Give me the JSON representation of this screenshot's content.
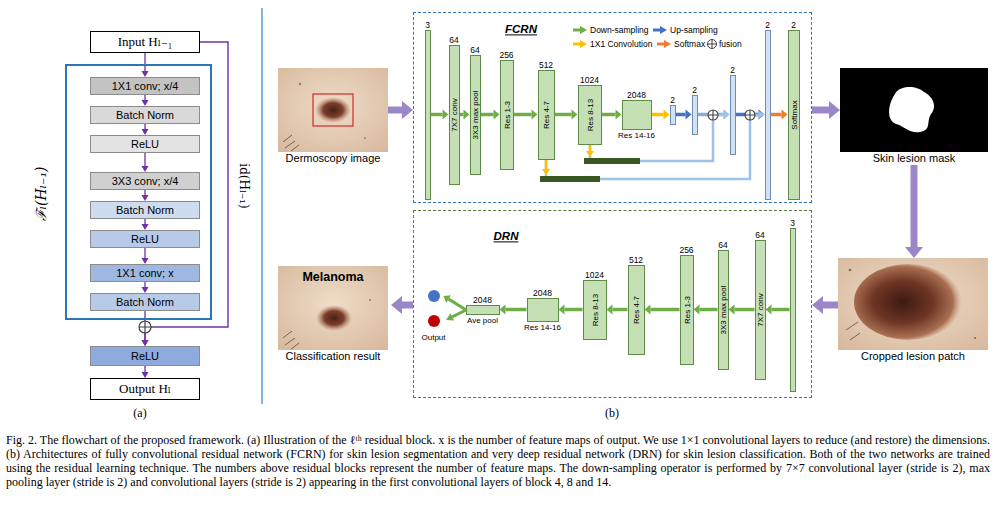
{
  "diagram": {
    "caption": "Fig. 2. The flowchart of the proposed framework. (a) Illustration of the ℓᵗʰ residual block. x is the number of feature maps of output. We use 1×1 convolutional layers to reduce (and restore) the dimensions. (b) Architectures of fully convolutional residual network (FCRN) for skin lesion segmentation and very deep residual network (DRN) for skin lesion classification. Both of the two networks are trained using the residual learning technique. The numbers above residual blocks represent the number of feature maps. The down-sampling operator is performed by 7×7 convolutional layer (stride is 2), max pooling layer (stride is 2) and convolutional layers (stride is 2) appearing in the first convolutional layers of block 4, 8 and 14.",
    "nodes": [
      {
        "text": [
          "Input Hₗ₋₁"
        ]
      },
      {
        "text": [
          "ℱₗ(Hₗ₋₁)"
        ]
      },
      {
        "text": [
          "1X1 conv; x/4"
        ],
        "in": 1
      },
      {
        "text": [
          "Batch Norm"
        ],
        "in": 1
      },
      {
        "text": [
          "ReLU"
        ],
        "in": 1
      },
      {
        "text": [
          "3X3 conv; x/4"
        ],
        "in": 1
      },
      {
        "text": [
          "Batch Norm"
        ],
        "in": 1
      },
      {
        "text": [
          "ReLU"
        ],
        "in": 1
      },
      {
        "text": [
          "1X1 conv; x"
        ],
        "in": 1
      },
      {
        "text": [
          "Batch Norm"
        ],
        "in": 1
      },
      {
        "text": [
          "ReLU"
        ]
      },
      {
        "text": [
          "Output Hₗ"
        ]
      },
      {
        "text": [
          "Dermoscopy image"
        ]
      },
      {
        "text": [
          "FCRN"
        ]
      },
      {
        "text": [
          "3"
        ],
        "in": 13
      },
      {
        "text": [
          "64",
          "7X7 conv"
        ],
        "in": 13
      },
      {
        "text": [
          "64",
          "3X3 max pool"
        ],
        "in": 13
      },
      {
        "text": [
          "256",
          "Res 1-3"
        ],
        "in": 13
      },
      {
        "text": [
          "512",
          "Res 4-7"
        ],
        "in": 13
      },
      {
        "text": [
          "1024",
          "Res 8-13"
        ],
        "in": 13
      },
      {
        "text": [
          "2048",
          "Res 14-16"
        ],
        "in": 13
      },
      {
        "text": [
          "2"
        ],
        "in": 13
      },
      {
        "text": [
          "2"
        ],
        "in": 13
      },
      {
        "text": [
          "2"
        ],
        "in": 13
      },
      {
        "text": [
          "2"
        ],
        "in": 13
      },
      {
        "text": [
          "2",
          "Softmax"
        ],
        "in": 13
      },
      {
        "text": [
          "Skin lesion mask"
        ]
      },
      {
        "text": [
          "Cropped lesion patch"
        ]
      },
      {
        "text": [
          "DRN"
        ]
      },
      {
        "text": [
          "3"
        ],
        "in": 28
      },
      {
        "text": [
          "64",
          "7X7 conv"
        ],
        "in": 28
      },
      {
        "text": [
          "64",
          "3X3 max pool"
        ],
        "in": 28
      },
      {
        "text": [
          "256",
          "Res 1-3"
        ],
        "in": 28
      },
      {
        "text": [
          "512",
          "Res 4-7"
        ],
        "in": 28
      },
      {
        "text": [
          "1024",
          "Res 8-13"
        ],
        "in": 28
      },
      {
        "text": [
          "2048",
          "Res 14-16"
        ],
        "in": 28
      },
      {
        "text": [
          "2048",
          "Ave pool"
        ],
        "in": 28
      },
      {
        "text": [
          "Output"
        ],
        "in": 28
      },
      {
        "text": [
          "Melanoma",
          "Classification result"
        ]
      }
    ],
    "edges": [
      {
        "from": 0,
        "to": 2,
        "arrow": "to"
      },
      {
        "from": 2,
        "to": 3,
        "arrow": "to"
      },
      {
        "from": 3,
        "to": 4,
        "arrow": "to"
      },
      {
        "from": 4,
        "to": 5,
        "arrow": "to"
      },
      {
        "from": 5,
        "to": 6,
        "arrow": "to"
      },
      {
        "from": 6,
        "to": 7,
        "arrow": "to"
      },
      {
        "from": 7,
        "to": 8,
        "arrow": "to"
      },
      {
        "from": 8,
        "to": 9,
        "arrow": "to"
      },
      {
        "from": 9,
        "to": 10,
        "arrow": "to"
      },
      {
        "from": 0,
        "to": 10,
        "label": "id(Hₗ₋₁)",
        "arrow": "to"
      },
      {
        "from": 10,
        "to": 11,
        "arrow": "to"
      },
      {
        "from": 12,
        "to": 13,
        "arrow": "to"
      },
      {
        "from": 14,
        "to": 15,
        "arrow": "to"
      },
      {
        "from": 15,
        "to": 16,
        "arrow": "to"
      },
      {
        "from": 16,
        "to": 17,
        "arrow": "to"
      },
      {
        "from": 17,
        "to": 18,
        "arrow": "to"
      },
      {
        "from": 18,
        "to": 19,
        "arrow": "to"
      },
      {
        "from": 19,
        "to": 20,
        "arrow": "to"
      },
      {
        "from": 20,
        "to": 21,
        "arrow": "to"
      },
      {
        "from": 21,
        "to": 22,
        "arrow": "to"
      },
      {
        "from": 22,
        "to": 23,
        "arrow": "to"
      },
      {
        "from": 23,
        "to": 24,
        "arrow": "to"
      },
      {
        "from": 24,
        "to": 25,
        "arrow": "to"
      },
      {
        "from": 19,
        "to": 23,
        "arrow": "to"
      },
      {
        "from": 18,
        "to": 24,
        "arrow": "to"
      },
      {
        "from": 13,
        "to": 26,
        "arrow": "to"
      },
      {
        "from": 26,
        "to": 27,
        "arrow": "to"
      },
      {
        "from": 27,
        "to": 28,
        "arrow": "to"
      },
      {
        "from": 29,
        "to": 30,
        "arrow": "to"
      },
      {
        "from": 30,
        "to": 31,
        "arrow": "to"
      },
      {
        "from": 31,
        "to": 32,
        "arrow": "to"
      },
      {
        "from": 32,
        "to": 33,
        "arrow": "to"
      },
      {
        "from": 33,
        "to": 34,
        "arrow": "to"
      },
      {
        "from": 34,
        "to": 35,
        "arrow": "to"
      },
      {
        "from": 35,
        "to": 36,
        "arrow": "to"
      },
      {
        "from": 36,
        "to": 37,
        "arrow": "to"
      },
      {
        "from": 28,
        "to": 38,
        "arrow": "to"
      }
    ],
    "labels": [
      "(a)",
      "(b)"
    ],
    "legend": [
      {
        "text": "Down-sampling"
      },
      {
        "text": "Up-sampling"
      },
      {
        "text": "1X1 Convolution"
      },
      {
        "text": "Softmax"
      },
      {
        "text": "fusion"
      }
    ]
  }
}
